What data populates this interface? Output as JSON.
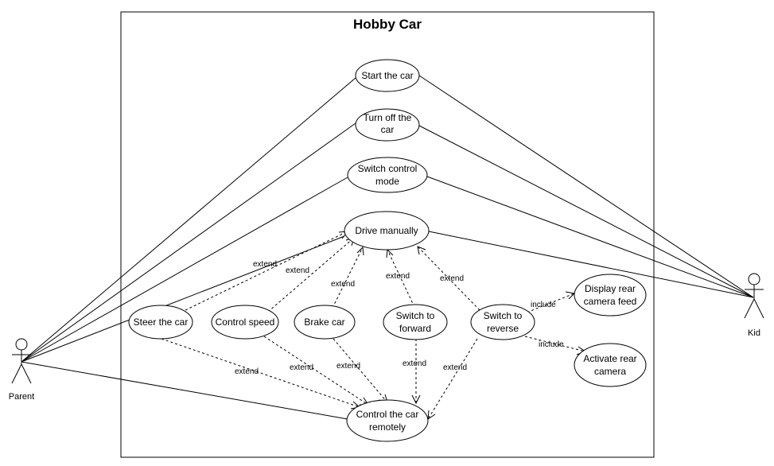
{
  "diagram": {
    "system_title": "Hobby Car",
    "actors": {
      "parent": "Parent",
      "kid": "Kid"
    },
    "use_cases": {
      "start": [
        "Start the car"
      ],
      "turn_off": [
        "Turn off the",
        "car"
      ],
      "switch_mode": [
        "Switch control",
        "mode"
      ],
      "drive_manually": [
        "Drive manually"
      ],
      "steer": [
        "Steer the car"
      ],
      "control_speed": [
        "Control speed"
      ],
      "brake": [
        "Brake car"
      ],
      "switch_forward": [
        "Switch to",
        "forward"
      ],
      "switch_reverse": [
        "Switch to",
        "reverse"
      ],
      "display_rear": [
        "Display rear",
        "camera feed"
      ],
      "activate_rear": [
        "Activate rear",
        "camera"
      ],
      "control_remote": [
        "Control the car",
        "remotely"
      ]
    },
    "relations": {
      "extend": "extend",
      "include": "include"
    }
  }
}
